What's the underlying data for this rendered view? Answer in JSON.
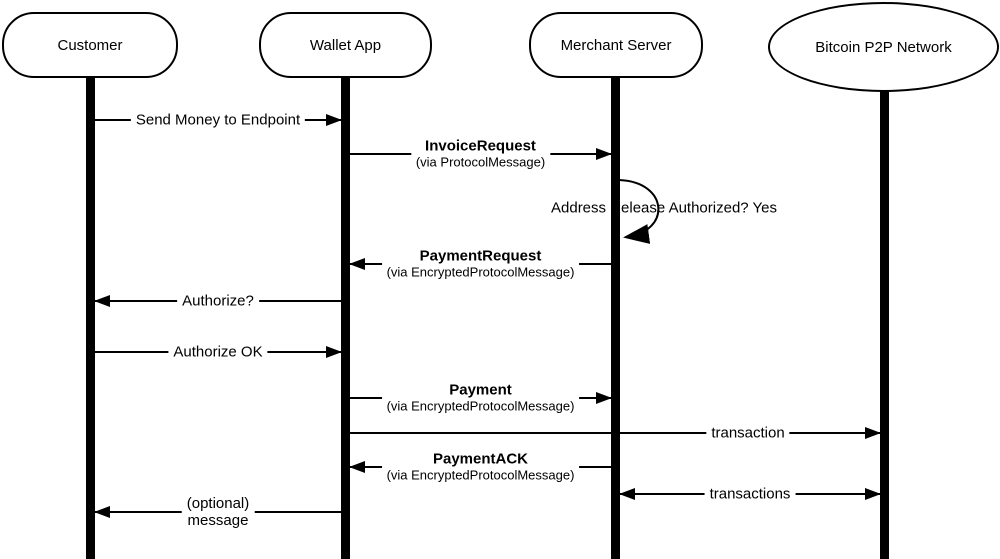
{
  "diagram": {
    "type": "sequence-diagram",
    "colors": {
      "stroke": "#000000",
      "fill": "#ffffff",
      "background": "#ffffff"
    }
  },
  "actors": [
    {
      "name": "Customer",
      "shape": "rounded-rectangle"
    },
    {
      "name": "Wallet App",
      "shape": "rounded-rectangle"
    },
    {
      "name": "Merchant Server",
      "shape": "rounded-rectangle"
    },
    {
      "name": "Bitcoin P2P Network",
      "shape": "ellipse"
    }
  ],
  "messages": [
    {
      "label": "Send Money to Endpoint",
      "from": "Customer",
      "to": "Wallet App",
      "direction": "right"
    },
    {
      "label": "InvoiceRequest",
      "sublabel": "(via ProtocolMessage)",
      "from": "Wallet App",
      "to": "Merchant Server",
      "direction": "right"
    },
    {
      "label": "Address Release Authorized? Yes",
      "from": "Merchant Server",
      "to": "Merchant Server",
      "direction": "self"
    },
    {
      "label": "PaymentRequest",
      "sublabel": "(via EncryptedProtocolMessage)",
      "from": "Merchant Server",
      "to": "Wallet App",
      "direction": "left"
    },
    {
      "label": "Authorize?",
      "from": "Wallet App",
      "to": "Customer",
      "direction": "left"
    },
    {
      "label": "Authorize OK",
      "from": "Customer",
      "to": "Wallet App",
      "direction": "right"
    },
    {
      "label": "Payment",
      "sublabel": "(via EncryptedProtocolMessage)",
      "from": "Wallet App",
      "to": "Merchant Server",
      "direction": "right"
    },
    {
      "label": "transaction",
      "from": "Wallet App",
      "to": "Bitcoin P2P Network",
      "direction": "right"
    },
    {
      "label": "PaymentACK",
      "sublabel": "(via EncryptedProtocolMessage)",
      "from": "Merchant Server",
      "to": "Wallet App",
      "direction": "left"
    },
    {
      "label": "transactions",
      "from": "Merchant Server",
      "to": "Bitcoin P2P Network",
      "direction": "both"
    },
    {
      "label": "(optional)",
      "sublabel": "message",
      "from": "Wallet App",
      "to": "Customer",
      "direction": "left"
    }
  ]
}
